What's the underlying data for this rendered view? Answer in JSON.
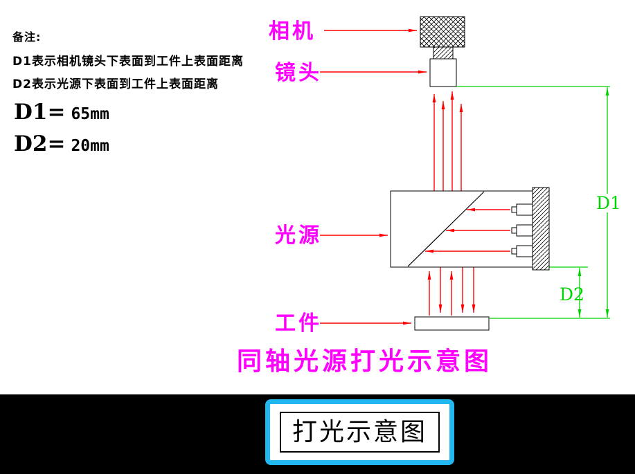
{
  "notes": {
    "heading": "备注:",
    "line1": "D1表示相机镜头下表面到工件上表面距离",
    "line2": "D2表示光源下表面到工件上表面距离"
  },
  "measurements": {
    "d1_label": "D1=",
    "d1_value": "65mm",
    "d2_label": "D2=",
    "d2_value": "20mm"
  },
  "labels": {
    "camera": "相机",
    "lens": "镜头",
    "light_source": "光源",
    "workpiece": "工件"
  },
  "dimension_marks": {
    "d1": "D1",
    "d2": "D2"
  },
  "title": "同轴光源打光示意图",
  "footer": {
    "button_label": "打光示意图"
  },
  "colors": {
    "label_magenta": "#ff00ff",
    "arrow_red": "#ff0000",
    "dimension_green": "#00d400",
    "footer_border_cyan": "#22b8ef",
    "footer_bar": "#000000",
    "background": "#ffffff"
  }
}
